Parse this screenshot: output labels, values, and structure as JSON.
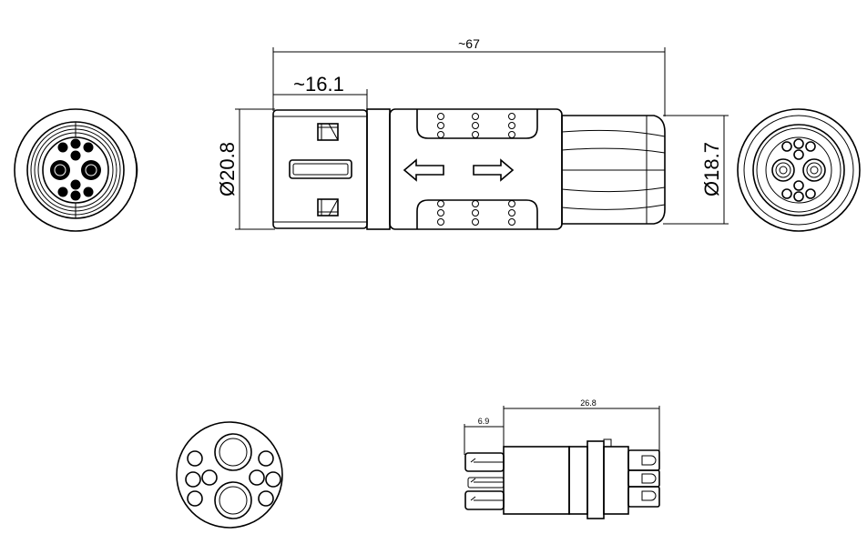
{
  "dimensions": {
    "overall_length": "~67",
    "plug_length": "~16.1",
    "plug_diameter": "Ø20.8",
    "nut_diameter": "Ø18.7",
    "insert_length": "26.8",
    "pin_length": "6.9"
  },
  "colors": {
    "line": "#000000",
    "background": "#ffffff"
  }
}
